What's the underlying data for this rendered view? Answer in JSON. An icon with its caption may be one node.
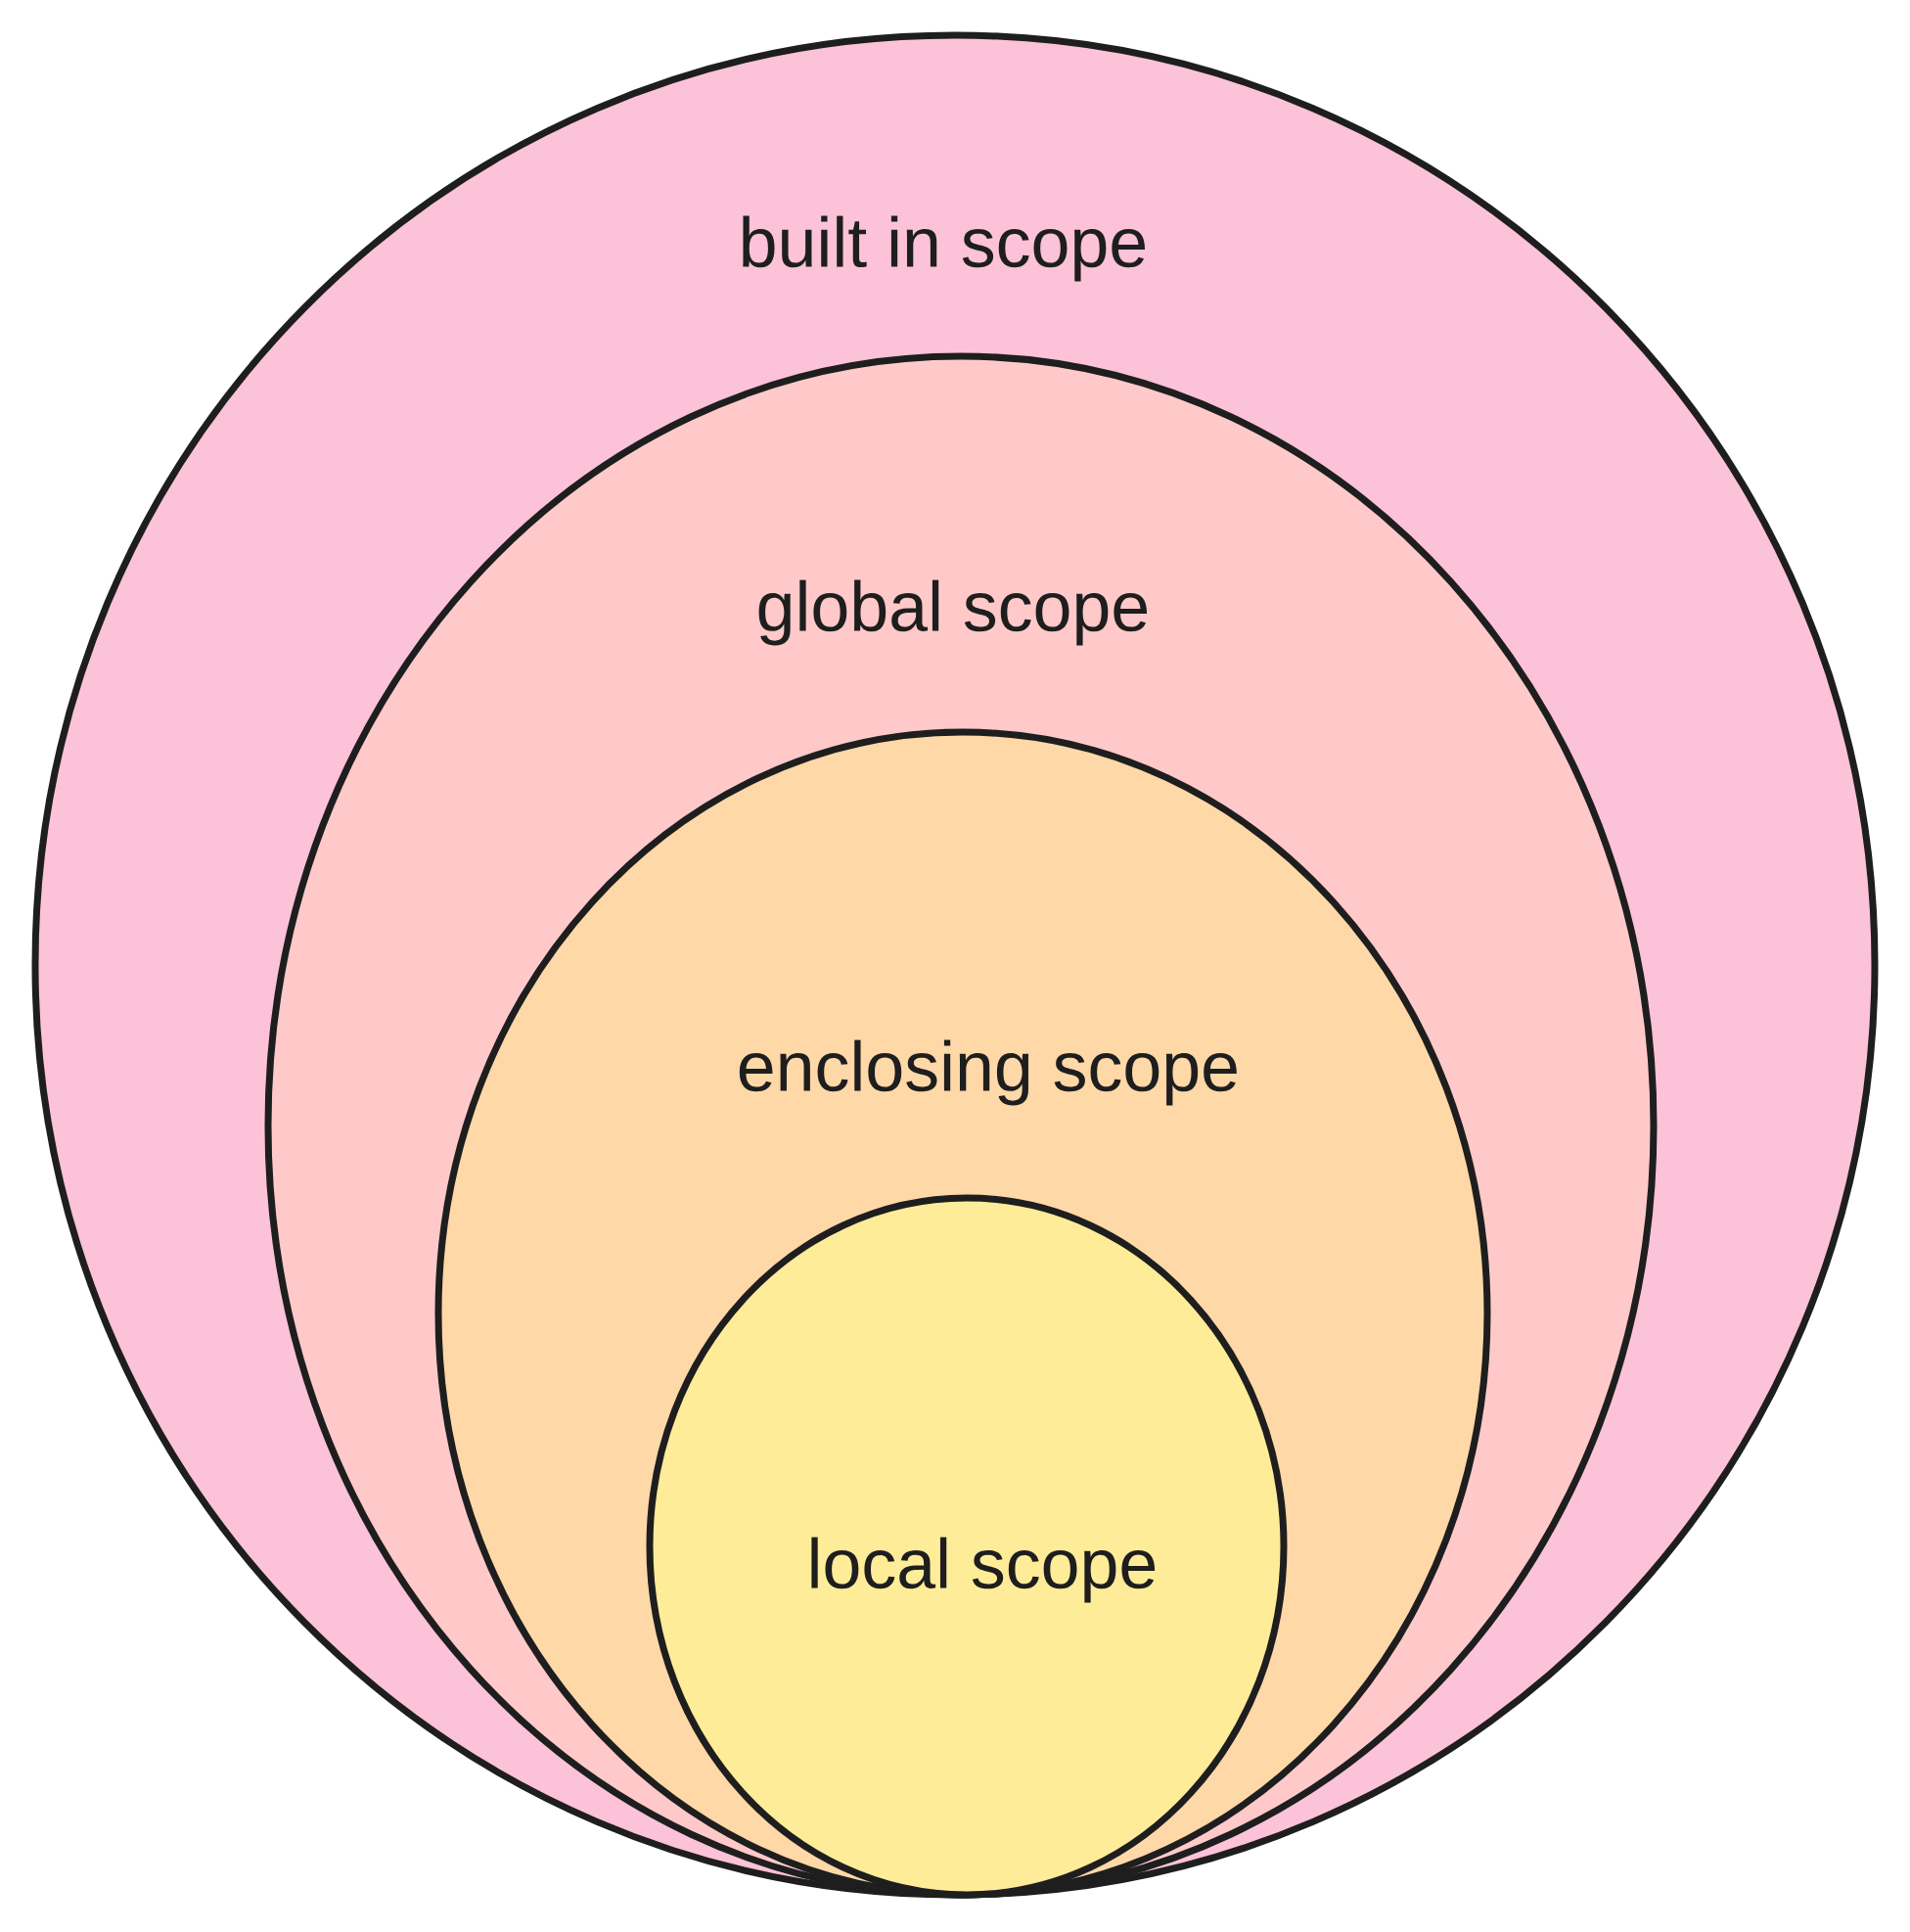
{
  "diagram": {
    "nodes": [
      {
        "text": [
          "built in scope"
        ]
      },
      {
        "text": [
          "global scope"
        ],
        "in": 0
      },
      {
        "text": [
          "enclosing scope"
        ],
        "in": 1
      },
      {
        "text": [
          "local scope"
        ],
        "in": 2
      }
    ]
  }
}
